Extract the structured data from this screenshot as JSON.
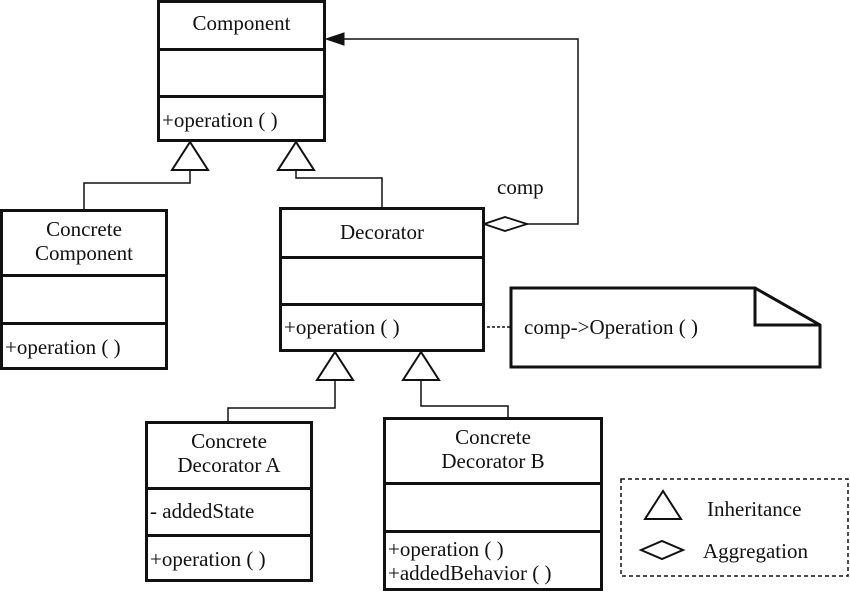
{
  "diagram": {
    "type": "UML class diagram",
    "classes": {
      "component": {
        "name": "Component",
        "attributes": [],
        "operations": [
          "+operation ( )"
        ]
      },
      "concrete_component": {
        "name_line1": "Concrete",
        "name_line2": "Component",
        "attributes": [],
        "operations": [
          "+operation ( )"
        ]
      },
      "decorator": {
        "name": "Decorator",
        "attributes": [],
        "operations": [
          "+operation ( )"
        ]
      },
      "concrete_decorator_a": {
        "name_line1": "Concrete",
        "name_line2": "Decorator A",
        "attributes": [
          "- addedState"
        ],
        "operations": [
          "+operation ( )"
        ]
      },
      "concrete_decorator_b": {
        "name_line1": "Concrete",
        "name_line2": "Decorator B",
        "attributes": [],
        "operations": [
          "+operation ( )",
          "+addedBehavior ( )"
        ]
      }
    },
    "relationships": [
      {
        "type": "inheritance",
        "from": "Concrete Component",
        "to": "Component"
      },
      {
        "type": "inheritance",
        "from": "Decorator",
        "to": "Component"
      },
      {
        "type": "inheritance",
        "from": "Concrete Decorator A",
        "to": "Decorator"
      },
      {
        "type": "inheritance",
        "from": "Concrete Decorator B",
        "to": "Decorator"
      },
      {
        "type": "aggregation",
        "from": "Decorator",
        "to": "Component",
        "role": "comp"
      }
    ],
    "aggregation_role": "comp",
    "note": {
      "text": "comp->Operation ( )",
      "attached_to": "Decorator.operation"
    },
    "legend": {
      "inheritance_label": "Inheritance",
      "aggregation_label": "Aggregation"
    }
  },
  "colors": {
    "stroke": "#111111",
    "background": "#ffffff"
  }
}
